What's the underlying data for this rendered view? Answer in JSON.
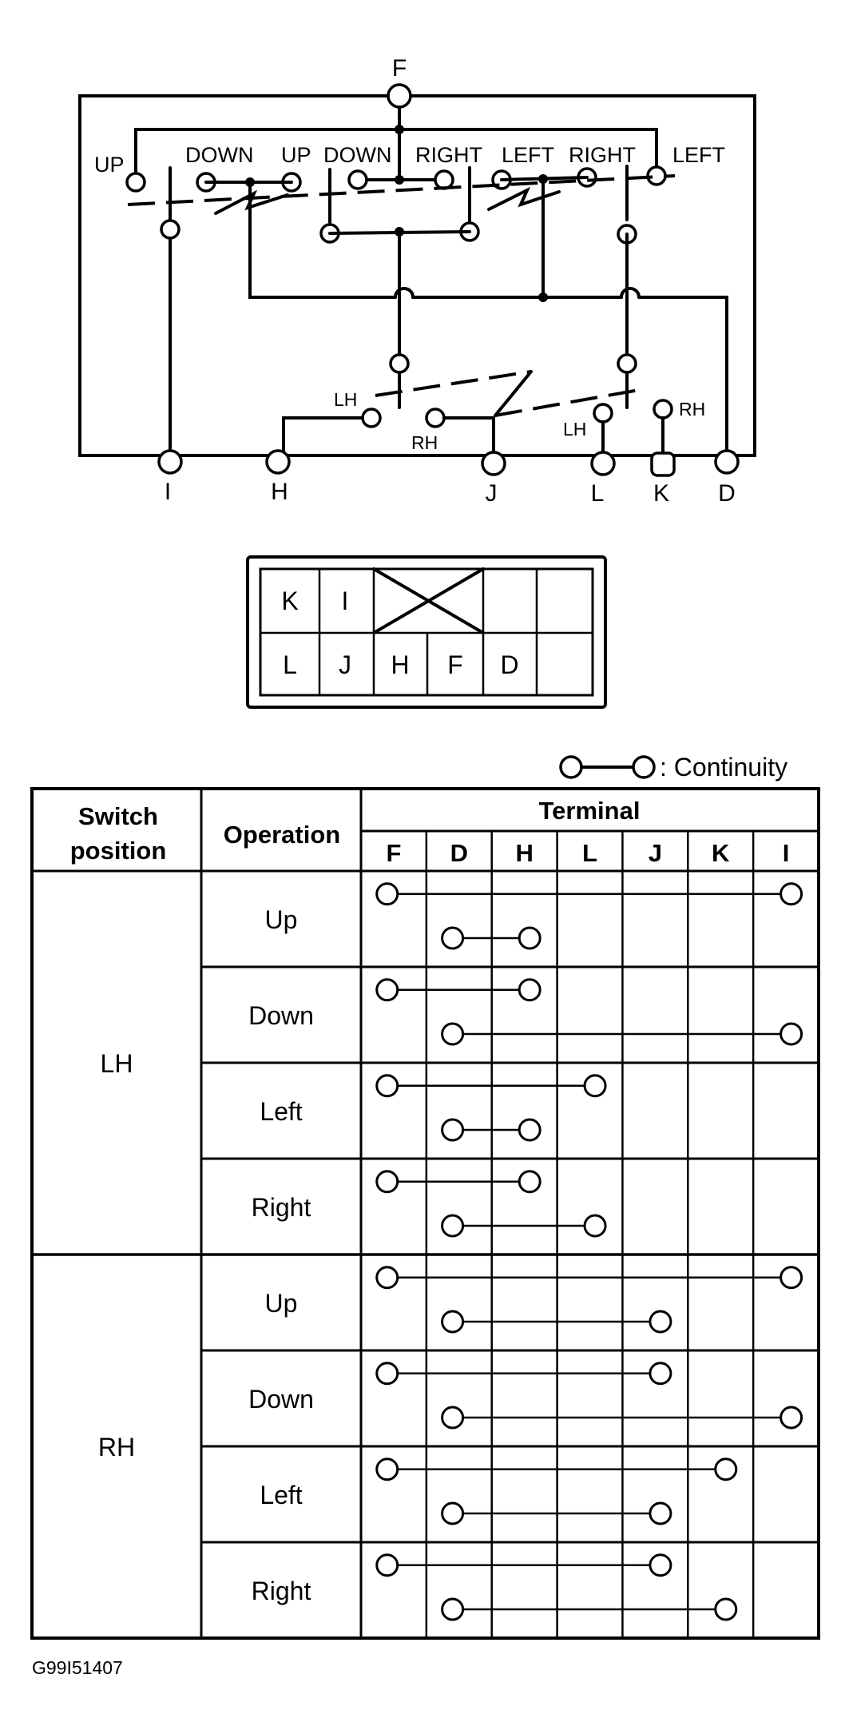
{
  "schematic": {
    "terminals": [
      "F",
      "I",
      "H",
      "J",
      "L",
      "K",
      "D"
    ],
    "contact_labels": [
      "UP",
      "DOWN",
      "UP",
      "DOWN",
      "RIGHT",
      "LEFT",
      "RIGHT",
      "LEFT"
    ],
    "selector_labels": [
      "LH",
      "RH",
      "LH",
      "RH"
    ]
  },
  "connector": {
    "top_row": [
      "K",
      "I",
      "",
      "",
      ""
    ],
    "bottom_row": [
      "L",
      "J",
      "H",
      "F",
      "D",
      ""
    ]
  },
  "legend": {
    "text": ": Continuity"
  },
  "table": {
    "header_switch": [
      "Switch",
      "position"
    ],
    "header_operation": "Operation",
    "header_terminal": "Terminal",
    "columns": [
      "F",
      "D",
      "H",
      "L",
      "J",
      "K",
      "I"
    ],
    "groups": [
      {
        "position": "LH",
        "rows": [
          {
            "operation": "Up",
            "links": [
              [
                "F",
                "I"
              ],
              [
                "D",
                "H"
              ]
            ]
          },
          {
            "operation": "Down",
            "links": [
              [
                "F",
                "H"
              ],
              [
                "D",
                "I"
              ]
            ]
          },
          {
            "operation": "Left",
            "links": [
              [
                "F",
                "L"
              ],
              [
                "D",
                "H"
              ]
            ]
          },
          {
            "operation": "Right",
            "links": [
              [
                "F",
                "H"
              ],
              [
                "D",
                "L"
              ]
            ]
          }
        ]
      },
      {
        "position": "RH",
        "rows": [
          {
            "operation": "Up",
            "links": [
              [
                "F",
                "I"
              ],
              [
                "D",
                "J"
              ]
            ]
          },
          {
            "operation": "Down",
            "links": [
              [
                "F",
                "J"
              ],
              [
                "D",
                "I"
              ]
            ]
          },
          {
            "operation": "Left",
            "links": [
              [
                "F",
                "K"
              ],
              [
                "D",
                "J"
              ]
            ]
          },
          {
            "operation": "Right",
            "links": [
              [
                "F",
                "J"
              ],
              [
                "D",
                "K"
              ]
            ]
          }
        ]
      }
    ]
  },
  "figure_code": "G99I51407"
}
